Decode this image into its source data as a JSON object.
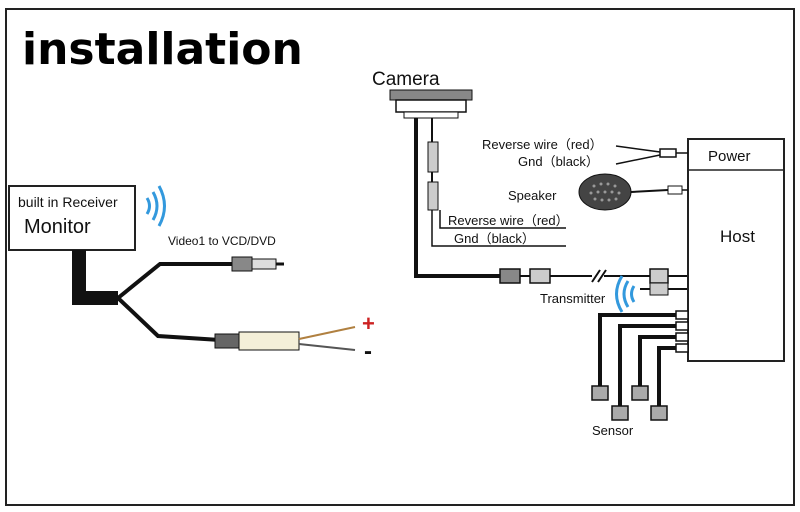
{
  "title": "installation",
  "monitor": {
    "receiver_label": "built in Receiver",
    "label": "Monitor",
    "video_label": "Video1 to VCD/DVD",
    "plus": "+",
    "minus": "-"
  },
  "camera": {
    "label": "Camera",
    "reverse_wire": "Reverse wire（red）",
    "gnd": "Gnd（black）"
  },
  "host": {
    "label": "Host",
    "power_label": "Power",
    "reverse_wire": "Reverse wire（red）",
    "gnd": "Gnd（black）",
    "speaker": "Speaker"
  },
  "transmitter": "Transmitter",
  "sensor": "Sensor",
  "colors": {
    "border": "#222222",
    "wire": "#111111",
    "plus": "#cc2222",
    "wireless": "#3399dd"
  }
}
